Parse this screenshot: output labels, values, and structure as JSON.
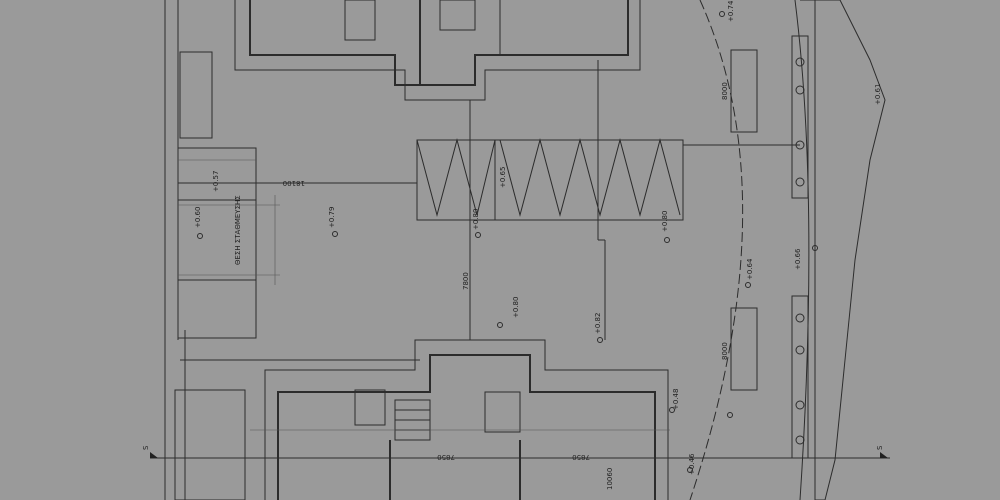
{
  "drawing": {
    "type": "architectural floor plan",
    "background": "#9a9a9a",
    "line_color": "#2c2c2c",
    "labels": {
      "lvl_top_right": "+0.74",
      "lvl_right_edge": "+0.61",
      "dim_right_bed": "8000",
      "dim_right_bed2": "8000",
      "lvl_left1": "+0.57",
      "lvl_left2": "+0.60",
      "lvl_mid_left": "+0.79",
      "lvl_center": "+0.80",
      "lvl_ramp": "+0.65",
      "lvl_center_right": "+0.80",
      "lvl_right_mid": "+0.64",
      "lvl_right_small": "+0.66",
      "lvl_low_center": "+0.80",
      "lvl_low_right": "+0.82",
      "lvl_low_right2": "+0.48",
      "lvl_bottom": "+0.46",
      "dim_ramp": "7800",
      "dim_bottom1": "7850",
      "dim_bottom2": "7850",
      "dim_bottom3": "10060",
      "dim_left": "18100",
      "parking_label": "ΘΕΣΗ ΣΤΑΘΜΕΥΣΗΣ",
      "section_left": "S",
      "section_right": "S"
    }
  }
}
